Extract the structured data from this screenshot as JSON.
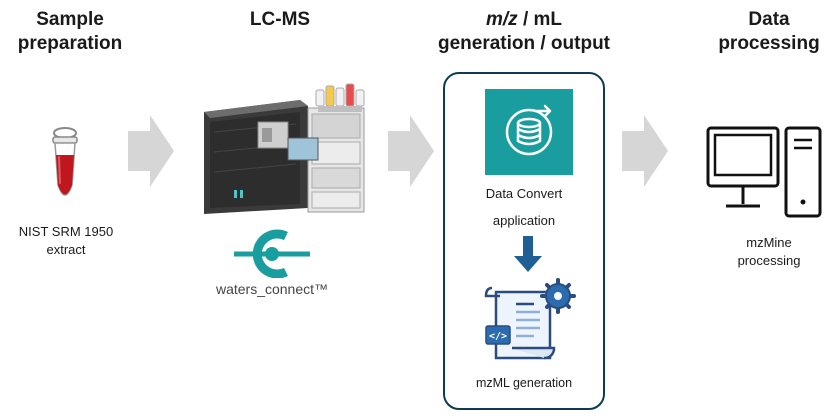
{
  "stages": [
    {
      "heading_lines": [
        "Sample",
        "preparation"
      ],
      "caption_lines": [
        "NIST SRM 1950",
        "extract"
      ]
    },
    {
      "heading_lines": [
        "LC-MS"
      ],
      "logo_text": "waters_connect™"
    },
    {
      "heading_lines": [
        "m/z / mL",
        "generation / output"
      ],
      "app_caption_lines": [
        "Data Convert",
        "application"
      ],
      "output_caption": "mzML generation"
    },
    {
      "heading_lines": [
        "Data",
        "processing"
      ],
      "caption_lines": [
        "mzMine",
        "processing"
      ]
    }
  ],
  "colors": {
    "accent_teal": "#1a9d9f",
    "box_border": "#0d3b4f",
    "arrow_gray": "#d6d6d6",
    "down_arrow": "#1f5f96",
    "tube_red": "#c0161e"
  },
  "icons": [
    "sample-tube-icon",
    "lcms-instrument-icon",
    "waters-connect-logo",
    "data-convert-icon",
    "mzml-document-icon",
    "computer-icon"
  ]
}
